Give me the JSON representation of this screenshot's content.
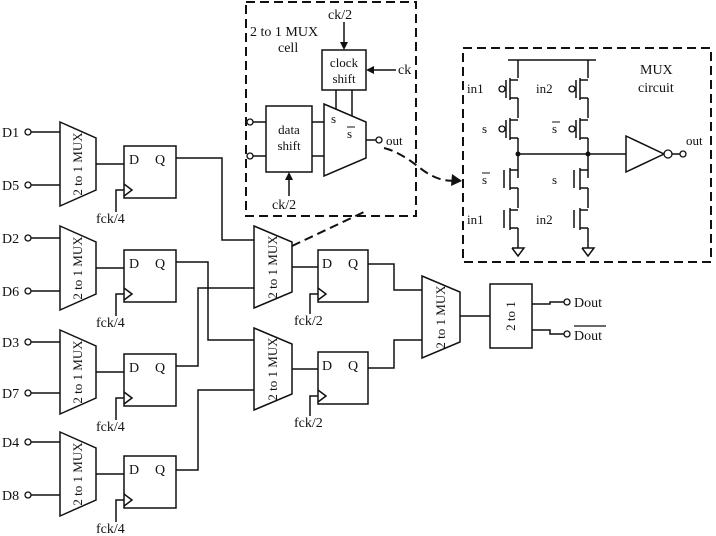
{
  "inputs": [
    "D1",
    "D5",
    "D2",
    "D6",
    "D3",
    "D7",
    "D4",
    "D8"
  ],
  "mux_label": "2 to 1 MUX",
  "ff": {
    "d": "D",
    "q": "Q"
  },
  "clocks": {
    "quarter": "fck/4",
    "half": "fck/2",
    "ck_half": "ck/2",
    "ck": "ck"
  },
  "outputs": {
    "dout": "Dout",
    "dout_bar": "Dout"
  },
  "final_block": "2 to 1",
  "cell_inset": {
    "title_line1": "2 to 1 MUX",
    "title_line2": "cell",
    "clock_shift_line1": "clock",
    "clock_shift_line2": "shift",
    "data_shift_line1": "data",
    "data_shift_line2": "shift",
    "s": "s",
    "s_bar": "s",
    "out": "out"
  },
  "mux_circuit": {
    "title_line1": "MUX",
    "title_line2": "circuit",
    "in1": "in1",
    "in2": "in2",
    "s": "s",
    "s_bar": "s",
    "out": "out"
  }
}
